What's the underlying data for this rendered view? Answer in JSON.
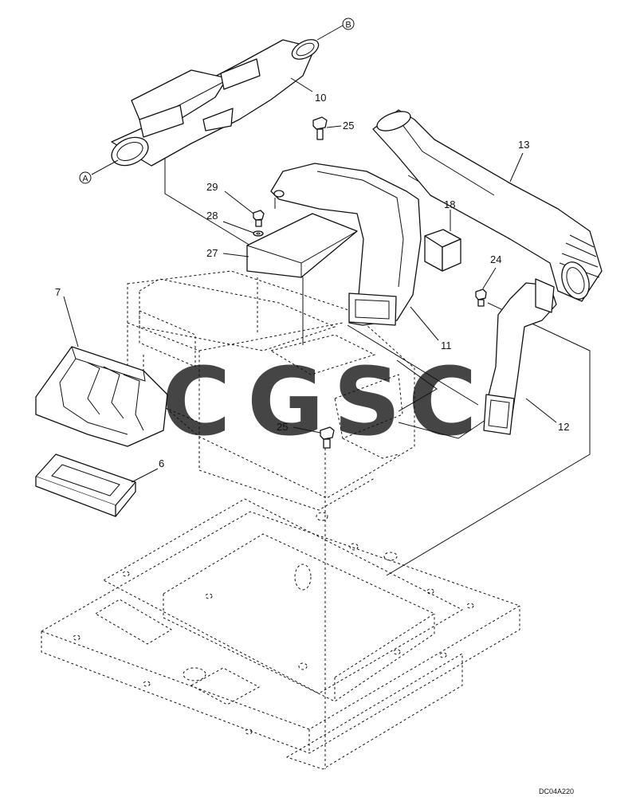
{
  "diagram": {
    "drawing_code": "DC04A220",
    "callouts": [
      "10",
      "25",
      "29",
      "28",
      "27",
      "18",
      "13",
      "24",
      "7",
      "11",
      "12",
      "6",
      "25"
    ],
    "connectors": [
      "A",
      "B"
    ]
  },
  "watermark": {
    "letters": [
      "C",
      "G",
      "S",
      "C"
    ],
    "colors": [
      "#5b8ef5",
      "#ef8a7e",
      "#f6d64f",
      "#4fae80"
    ]
  }
}
